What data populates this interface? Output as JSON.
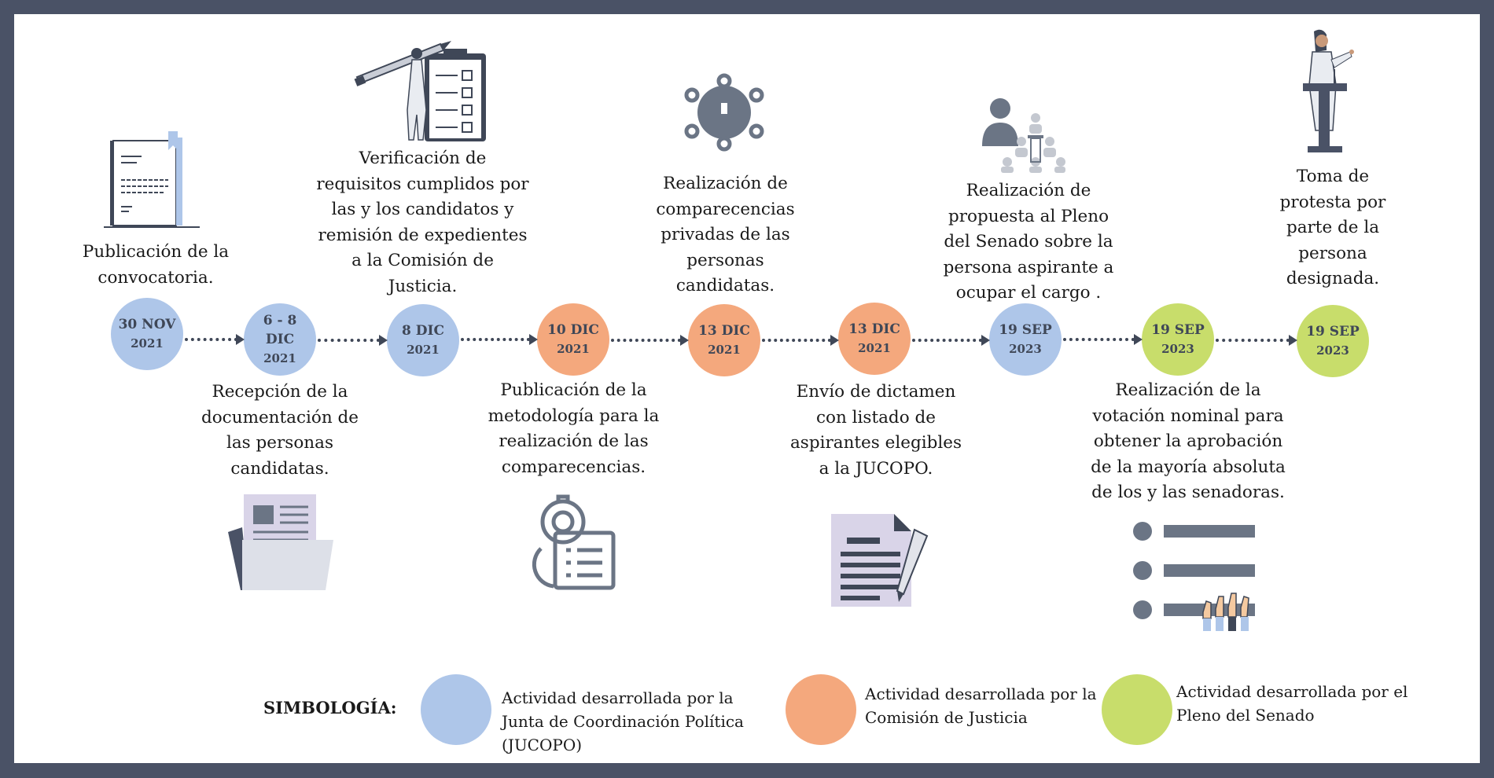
{
  "colors": {
    "jucopo": "#aec6e9",
    "comision": "#f4a87d",
    "pleno": "#c8dd6b",
    "frame": "#4a5266",
    "ink": "#3f4757"
  },
  "steps": [
    {
      "date": "30 NOV",
      "year": "2021",
      "color": "blue",
      "text": "Publicación de la convocatoria."
    },
    {
      "date": "6 - 8 DIC",
      "year": "2021",
      "color": "blue",
      "text": "Recepción de la documentación de las personas candidatas."
    },
    {
      "date": "8 DIC",
      "year": "2021",
      "color": "blue",
      "text": "Verificación de requisitos cumplidos por las y los candidatos y remisión de expedientes a la Comisión de Justicia."
    },
    {
      "date": "10 DIC",
      "year": "2021",
      "color": "orange",
      "text": "Publicación de la metodología para la realización de las comparecencias."
    },
    {
      "date": "13 DIC",
      "year": "2021",
      "color": "orange",
      "text": "Realización de comparecencias privadas de las personas candidatas."
    },
    {
      "date": "13 DIC",
      "year": "2021",
      "color": "orange",
      "text": "Envío de dictamen con listado de aspirantes elegibles a la JUCOPO."
    },
    {
      "date": "19 SEP",
      "year": "2023",
      "color": "blue",
      "text": "Realización de propuesta al Pleno del Senado sobre la persona aspirante a ocupar el cargo  ."
    },
    {
      "date": "19 SEP",
      "year": "2023",
      "color": "green",
      "text": "Realización de la votación nominal para obtener la aprobación de la mayoría absoluta de los  y las senadoras."
    },
    {
      "date": "19 SEP",
      "year": "2023",
      "color": "green",
      "text": "Toma de protesta por parte de la persona designada."
    }
  ],
  "icons": [
    "document-icon",
    "folder-icon",
    "clipboard-checklist-icon",
    "gear-document-icon",
    "meeting-table-icon",
    "signed-document-icon",
    "audience-icon",
    "voting-list-icon",
    "speaker-podium-icon"
  ],
  "legend": {
    "title": "SIMBOLOGÍA:",
    "items": [
      {
        "color": "blue",
        "text": "Actividad desarrollada por la Junta de Coordinación Política (JUCOPO)"
      },
      {
        "color": "orange",
        "text": "Actividad desarrollada por la Comisión de Justicia"
      },
      {
        "color": "green",
        "text": "Actividad desarrollada por el Pleno del Senado"
      }
    ]
  }
}
